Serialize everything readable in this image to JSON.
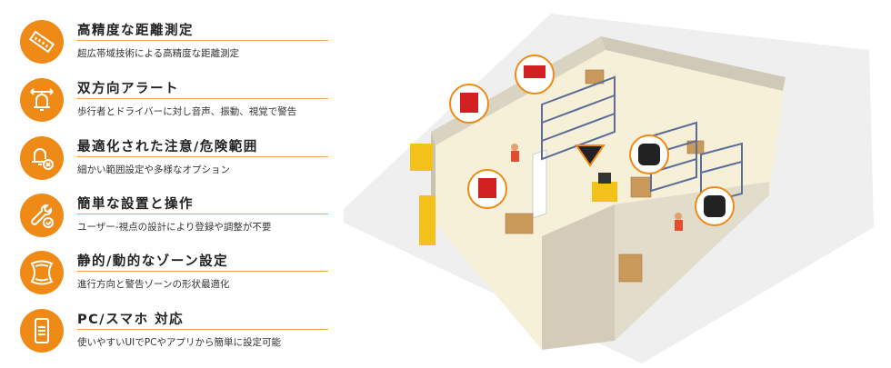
{
  "features": [
    {
      "icon": "ruler-icon",
      "title": "高精度な距離測定",
      "subtitle": "超広帯域技術による高精度な距離測定"
    },
    {
      "icon": "bell-arrows-icon",
      "title": "双方向アラート",
      "subtitle": "歩行者とドライバーに対し音声、振動、視覚で警告"
    },
    {
      "icon": "bell-cancel-icon",
      "title": "最適化された注意/危険範囲",
      "subtitle": "細かい範囲設定や多様なオプション"
    },
    {
      "icon": "wrench-check-icon",
      "title": "簡単な設置と操作",
      "subtitle": "ユーザー-視点の設計により登録や調整が不要"
    },
    {
      "icon": "zone-shape-icon",
      "title": "静的/動的なゾーン設定",
      "subtitle": "進行方向と警告ゾーンの形状最適化"
    },
    {
      "icon": "smartphone-settings-icon",
      "title": "PC/スマホ 対応",
      "subtitle": "使いやすいUIでPCやアプリから簡単に設定可能"
    }
  ],
  "colors": {
    "accent": "#ef8a17",
    "rule": "#f0a050"
  }
}
